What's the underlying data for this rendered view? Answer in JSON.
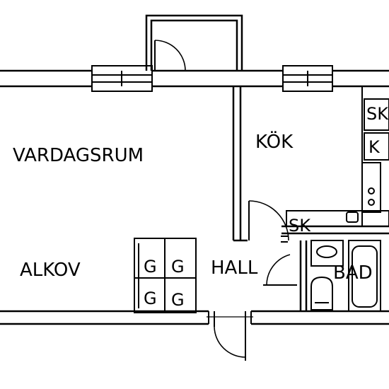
{
  "rooms": {
    "vardagsrum": "VARDAGSRUM",
    "kok": "KÖK",
    "alkov": "ALKOV",
    "hall": "HALL",
    "bad": "BAD"
  },
  "storage": {
    "kitchen_cabinet": "SK",
    "kitchen_k": "K",
    "hall_cabinet": "SK",
    "wardrobe": [
      "G",
      "G",
      "G",
      "G"
    ]
  },
  "colors": {
    "line": "#000000",
    "background": "#ffffff"
  }
}
